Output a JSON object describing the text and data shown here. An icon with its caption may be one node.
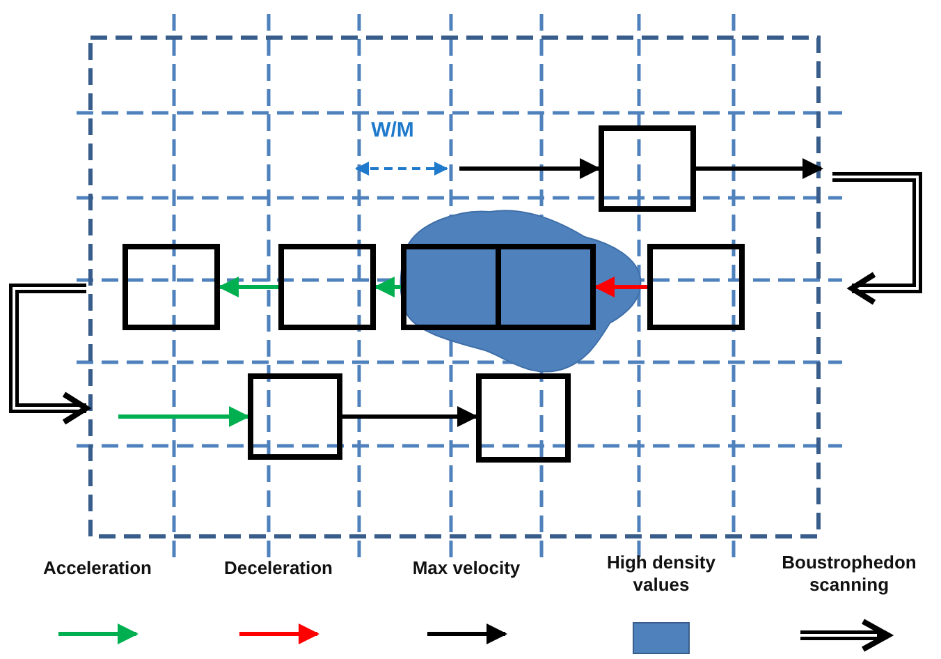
{
  "diagram": {
    "nodes": [
      {
        "text": [],
        "shape": "box"
      },
      {
        "text": [],
        "shape": "box"
      },
      {
        "text": [],
        "shape": "box"
      },
      {
        "text": [],
        "shape": "box"
      },
      {
        "text": [],
        "shape": "box"
      },
      {
        "text": [],
        "shape": "box"
      },
      {
        "text": [],
        "shape": "box"
      },
      {
        "text": [],
        "shape": "box"
      }
    ],
    "edges": [
      {
        "from": null,
        "to": 0,
        "arrow": "to"
      },
      {
        "from": 0,
        "to": null,
        "arrow": "to"
      },
      {
        "from": 5,
        "to": 4,
        "arrow": "to",
        "color": "#ff0000"
      },
      {
        "from": 3,
        "to": 2,
        "arrow": "to",
        "color": "#00b050"
      },
      {
        "from": 2,
        "to": 1,
        "arrow": "to",
        "color": "#00b050"
      },
      {
        "from": null,
        "to": 6,
        "arrow": "to",
        "color": "#00b050"
      },
      {
        "from": 6,
        "to": 7,
        "arrow": "to"
      }
    ],
    "labels": [
      "W/M"
    ],
    "legend": [
      {
        "text": "Acceleration"
      },
      {
        "text": "Deceleration"
      },
      {
        "text": "Max velocity"
      },
      {
        "text": "High density values",
        "color": "#4f81bd"
      },
      {
        "text": "Boustrophedon scanning"
      }
    ]
  }
}
